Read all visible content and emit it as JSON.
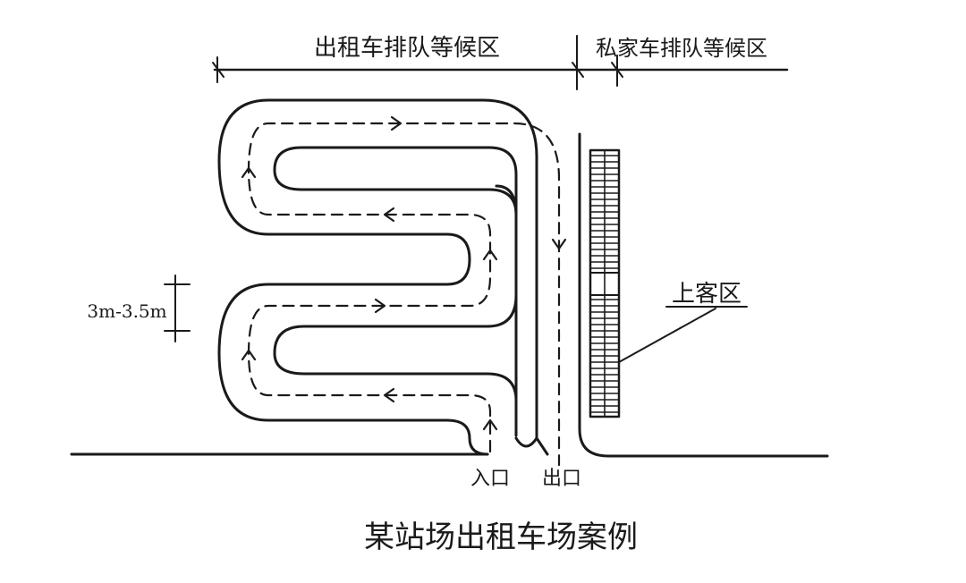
{
  "labels": {
    "taxi_queue_zone": "出租车排队等候区",
    "private_car_zone": "私家车排队等候区",
    "boarding_zone": "上客区",
    "lane_width": "3m-3.5m",
    "entrance": "入口",
    "exit": "出口",
    "caption": "某站场出租车场案例"
  },
  "colors": {
    "ink": "#1a1a1a",
    "background": "#ffffff"
  }
}
